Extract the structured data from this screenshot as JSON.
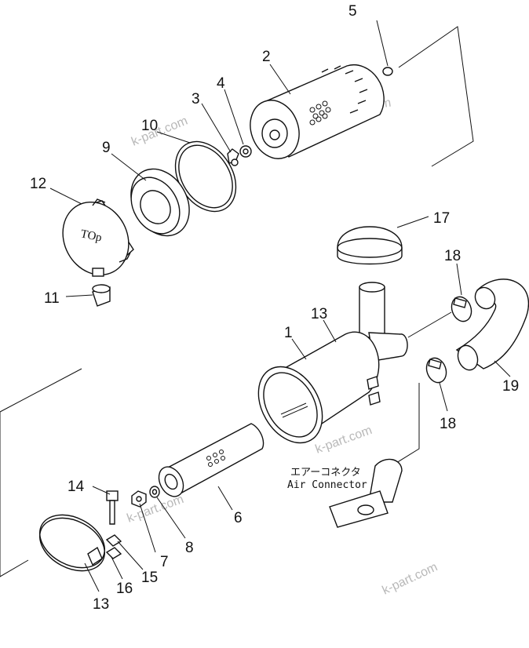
{
  "callouts": [
    "1",
    "2",
    "3",
    "4",
    "5",
    "6",
    "7",
    "8",
    "9",
    "10",
    "11",
    "12",
    "13",
    "13",
    "14",
    "15",
    "16",
    "17",
    "18",
    "18",
    "19"
  ],
  "labels": {
    "air_connector_jp": "エアーコネクタ",
    "air_connector_en": "Air  Connector",
    "cover_mark": "TOp"
  },
  "watermark": "k-part.com"
}
